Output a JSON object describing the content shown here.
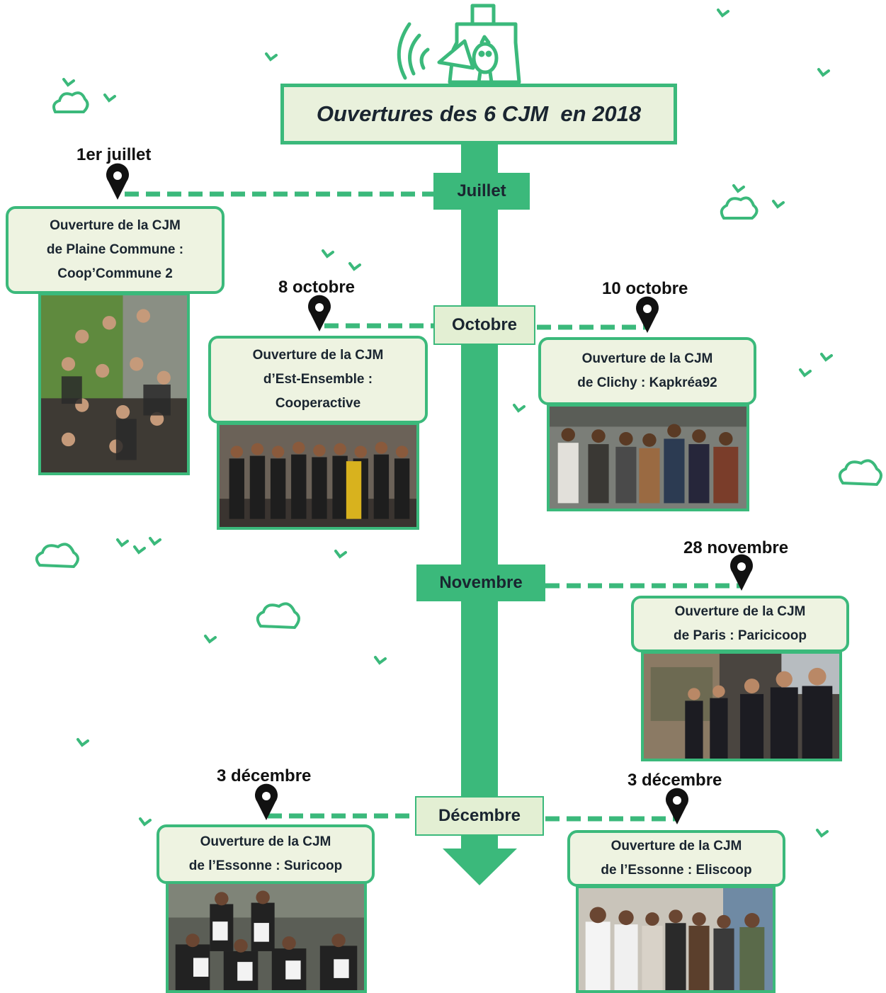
{
  "title": "Ouvertures des 6 CJM  en 2018",
  "months": {
    "juillet": "Juillet",
    "octobre": "Octobre",
    "novembre": "Novembre",
    "decembre": "Décembre"
  },
  "events": [
    {
      "date": "1er juillet",
      "line1": "Ouverture de la CJM",
      "line2": "de Plaine Commune :",
      "line3": "Coop’Commune 2"
    },
    {
      "date": "8 octobre",
      "line1": "Ouverture de la CJM",
      "line2": "d’Est-Ensemble :",
      "line3": "Cooperactive"
    },
    {
      "date": "10 octobre",
      "line1": "Ouverture de la CJM",
      "line2": "de Clichy : Kapkréa92"
    },
    {
      "date": "28 novembre",
      "line1": "Ouverture de la CJM",
      "line2": "de Paris : Paricicoop"
    },
    {
      "date": "3 décembre",
      "line1": "Ouverture de la CJM",
      "line2": "de l’Essonne : Suricoop"
    },
    {
      "date": "3 décembre",
      "line1": "Ouverture de la CJM",
      "line2": "de l’Essonne : Eliscoop"
    }
  ],
  "colors": {
    "accent_green": "#3bb97b",
    "light_green_fill": "#e9f1dc",
    "text_dark": "#1a2530"
  },
  "icons": [
    "megaphone-icon",
    "map-pin-icon",
    "cloud-icon",
    "bird-icon"
  ]
}
